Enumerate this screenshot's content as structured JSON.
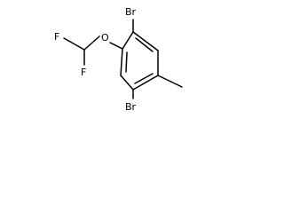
{
  "molecule": {
    "atoms": {
      "br_top": "Br",
      "br_bottom": "Br",
      "oxygen": "O",
      "f_upper": "F",
      "f_lower": "F"
    },
    "colors": {
      "ink": "#000000",
      "background": "#ffffff"
    }
  }
}
